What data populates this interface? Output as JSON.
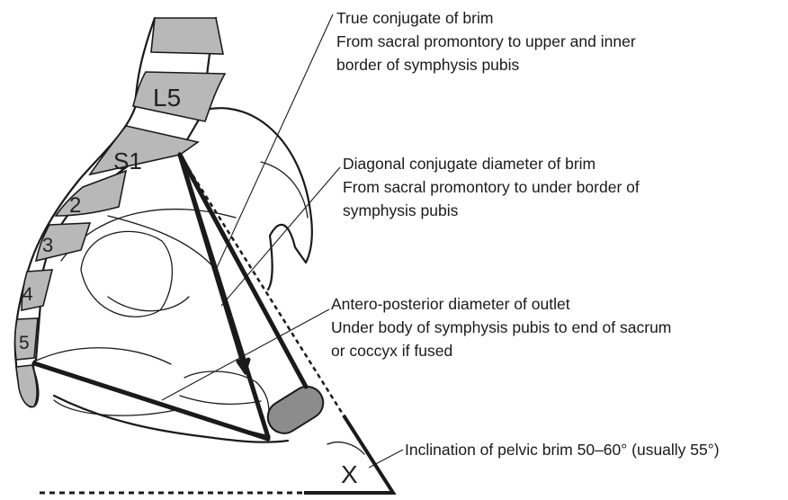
{
  "vertebrae": {
    "l5": "L5",
    "s1": "S1",
    "s2": "2",
    "s3": "3",
    "s4": "4",
    "s5": "5"
  },
  "labels": {
    "true_conjugate": {
      "lines": [
        "True conjugate of brim",
        "From sacral promontory to upper and inner",
        "border of symphysis pubis"
      ]
    },
    "diagonal_conjugate": {
      "lines": [
        "Diagonal conjugate diameter of brim",
        "From sacral promontory to under border of",
        "symphysis pubis"
      ]
    },
    "ap_outlet": {
      "lines": [
        "Antero-posterior diameter of outlet",
        "Under body of symphysis pubis to end of sacrum",
        "or coccyx if fused"
      ]
    },
    "inclination": {
      "lines": [
        "Inclination of pelvic brim 50–60° (usually 55°)"
      ]
    },
    "angle_symbol": "X"
  },
  "colors": {
    "bone_fill": "#b8b8b8",
    "symphysis_fill": "#8c8c8c",
    "line": "#1a1a1a"
  }
}
